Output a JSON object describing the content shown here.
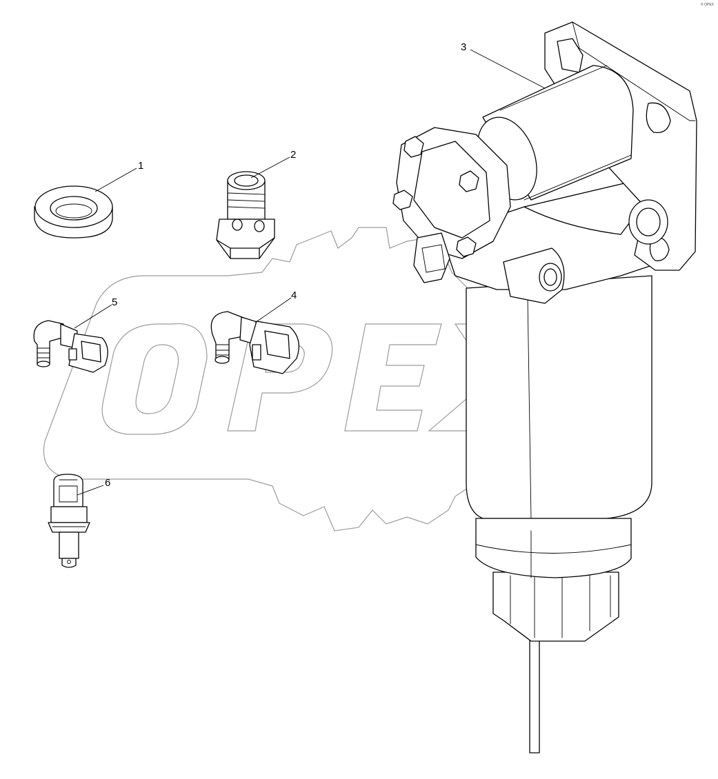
{
  "diagram": {
    "watermark_text": "OPEX",
    "corner_mark": "© OPEX",
    "callouts": [
      {
        "id": "1",
        "label": "1",
        "part": "sealing-washer"
      },
      {
        "id": "2",
        "label": "2",
        "part": "banjo-bolt"
      },
      {
        "id": "3",
        "label": "3",
        "part": "fuel-filter-assembly"
      },
      {
        "id": "4",
        "label": "4",
        "part": "elbow-connector-large"
      },
      {
        "id": "5",
        "label": "5",
        "part": "elbow-connector-small"
      },
      {
        "id": "6",
        "label": "6",
        "part": "sensor"
      }
    ]
  }
}
